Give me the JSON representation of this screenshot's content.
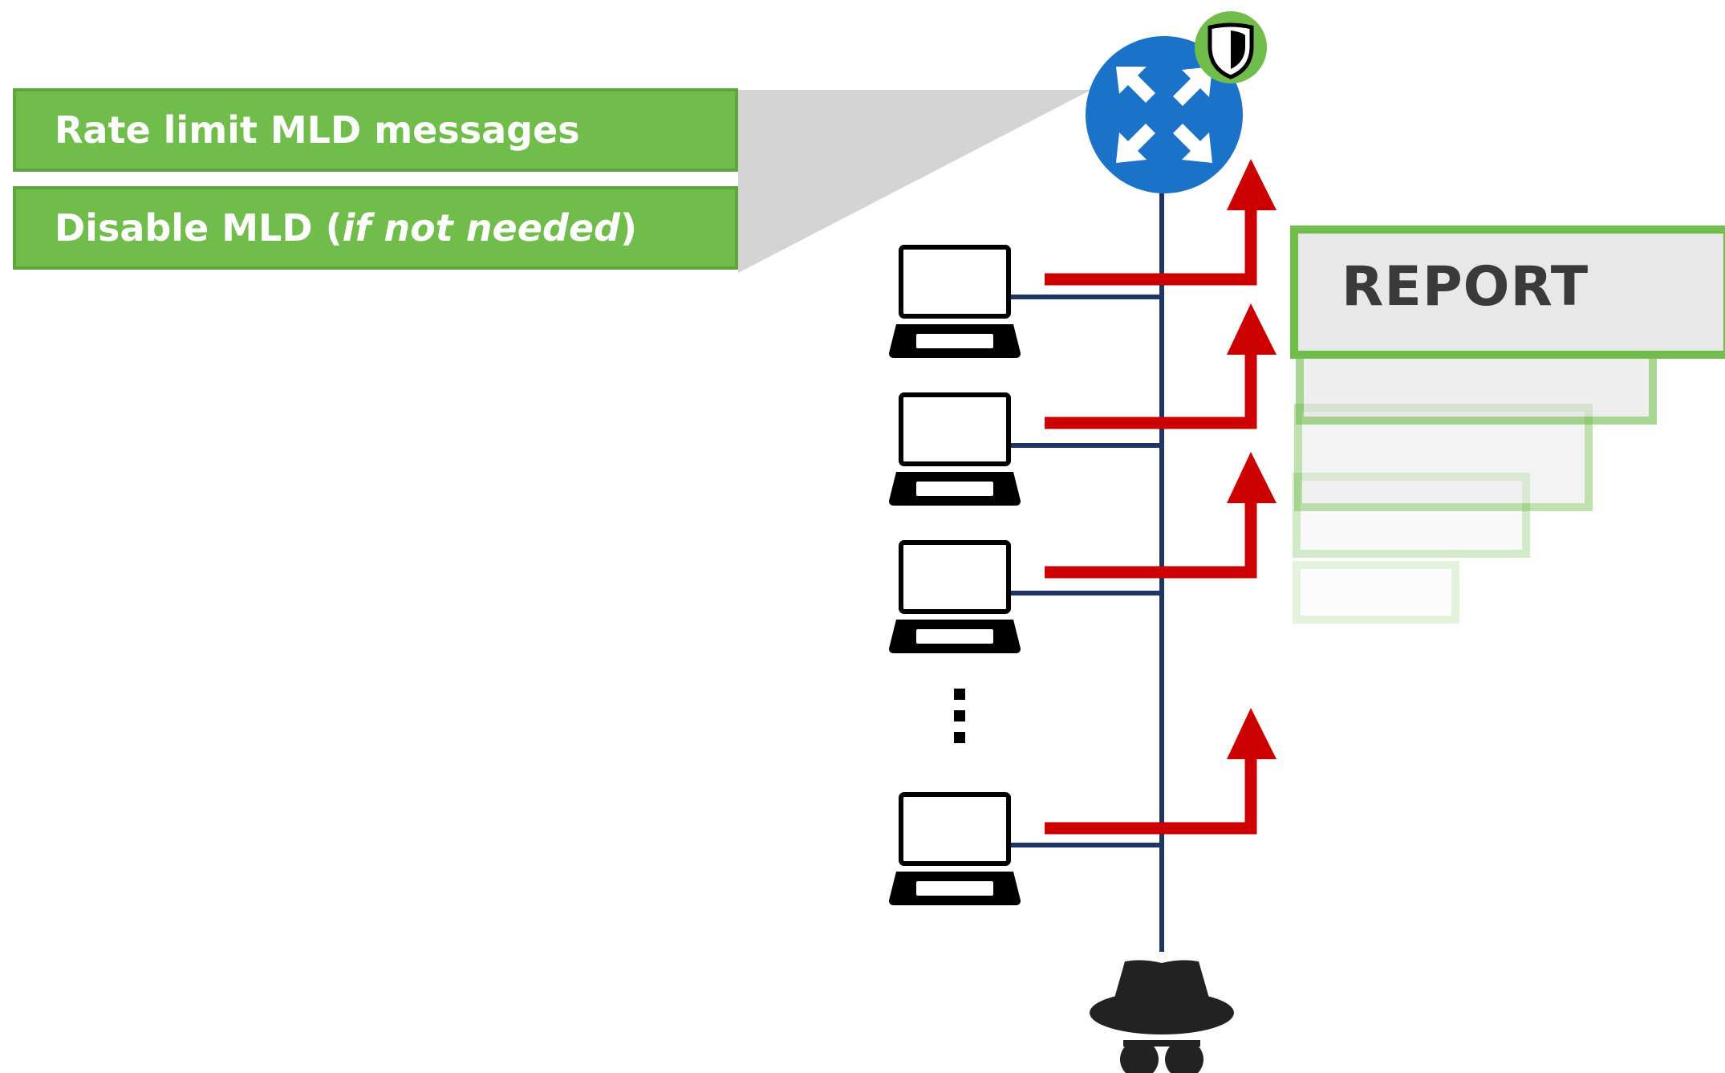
{
  "mitigations": {
    "rate_limit": "Rate limit MLD messages",
    "disable_prefix": "Disable MLD (",
    "disable_italic": "if not needed",
    "disable_suffix": ")"
  },
  "report": {
    "label": "REPORT"
  },
  "icons": {
    "router": "router-icon",
    "shield": "shield-icon",
    "hosts": [
      "laptop-icon",
      "laptop-icon",
      "laptop-icon",
      "laptop-icon"
    ],
    "attacker": "spy-icon",
    "ellipsis": "vertical-ellipsis"
  },
  "colors": {
    "green": "#70bd4b",
    "green_dark": "#5ea53c",
    "router_blue": "#1a73c8",
    "bus_navy": "#1f3566",
    "arrow_red": "#cc0000",
    "report_gray": "#e8e8e8",
    "callout_gray": "#d4d4d4"
  }
}
